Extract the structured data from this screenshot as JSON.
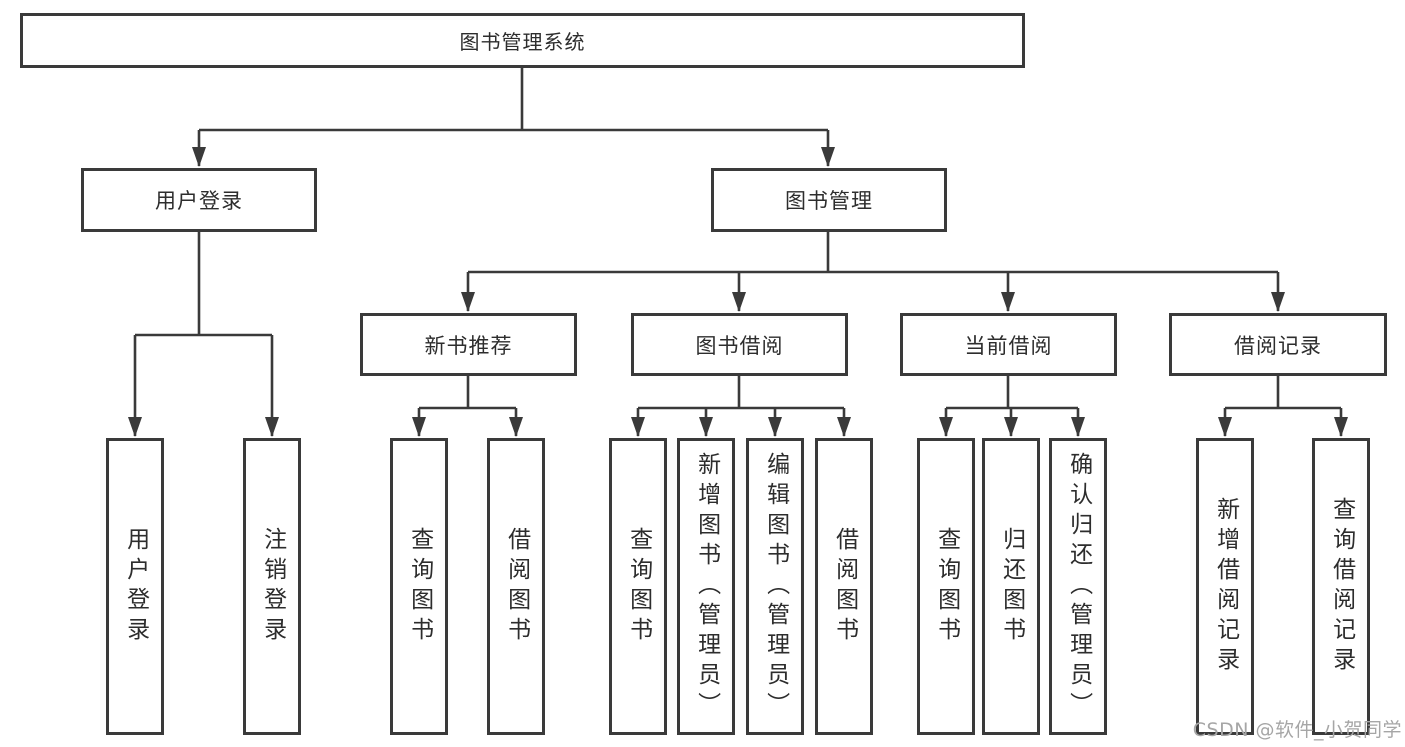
{
  "diagram": {
    "root": {
      "label": "图书管理系统"
    },
    "branches": [
      {
        "label": "用户登录",
        "children": [
          {
            "label": "用户登录"
          },
          {
            "label": "注销登录"
          }
        ]
      },
      {
        "label": "图书管理",
        "children": [
          {
            "label": "新书推荐",
            "children": [
              {
                "label": "查询图书"
              },
              {
                "label": "借阅图书"
              }
            ]
          },
          {
            "label": "图书借阅",
            "children": [
              {
                "label": "查询图书"
              },
              {
                "label": "新增图书（管理员）"
              },
              {
                "label": "编辑图书（管理员）"
              },
              {
                "label": "借阅图书"
              }
            ]
          },
          {
            "label": "当前借阅",
            "children": [
              {
                "label": "查询图书"
              },
              {
                "label": "归还图书"
              },
              {
                "label": "确认归还（管理员）"
              }
            ]
          },
          {
            "label": "借阅记录",
            "children": [
              {
                "label": "新增借阅记录"
              },
              {
                "label": "查询借阅记录"
              }
            ]
          }
        ]
      }
    ],
    "watermark": "CSDN @软件_小贺同学",
    "colors": {
      "line": "#3a3a3a",
      "text": "#2d2d2d",
      "watermark": "#a6a6a6",
      "background": "#ffffff"
    }
  }
}
